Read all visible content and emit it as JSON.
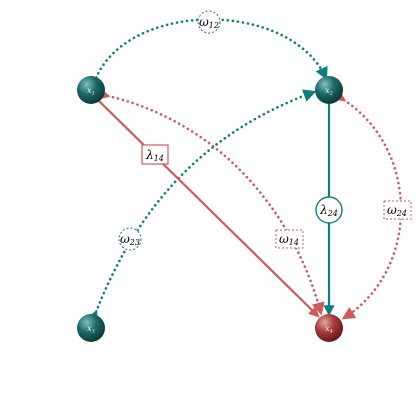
{
  "colors": {
    "teal": "#0e7f7b",
    "red": "#d15a5a",
    "teal_node_dark": "#0a4745",
    "teal_node_light": "#7fc3bf",
    "red_node_dark": "#7b2323",
    "red_node_light": "#e7a3a3",
    "background": "#ffffff"
  },
  "nodes": {
    "x1": {
      "base": "x",
      "sub": "1"
    },
    "x2": {
      "base": "x",
      "sub": "2"
    },
    "x3": {
      "base": "x",
      "sub": "3"
    },
    "x4": {
      "base": "x",
      "sub": "4"
    }
  },
  "edges": {
    "omega12": {
      "base": "ω",
      "sub": "12",
      "style": "dotted",
      "color": "teal"
    },
    "omega23": {
      "base": "ω",
      "sub": "23",
      "style": "dotted",
      "color": "teal"
    },
    "omega14": {
      "base": "ω",
      "sub": "14",
      "style": "dotted",
      "color": "red"
    },
    "omega24": {
      "base": "ω",
      "sub": "24",
      "style": "dotted",
      "color": "red"
    },
    "lambda14": {
      "base": "λ",
      "sub": "14",
      "style": "solid",
      "color": "red"
    },
    "lambda24": {
      "base": "λ",
      "sub": "24",
      "style": "solid",
      "color": "teal"
    }
  }
}
